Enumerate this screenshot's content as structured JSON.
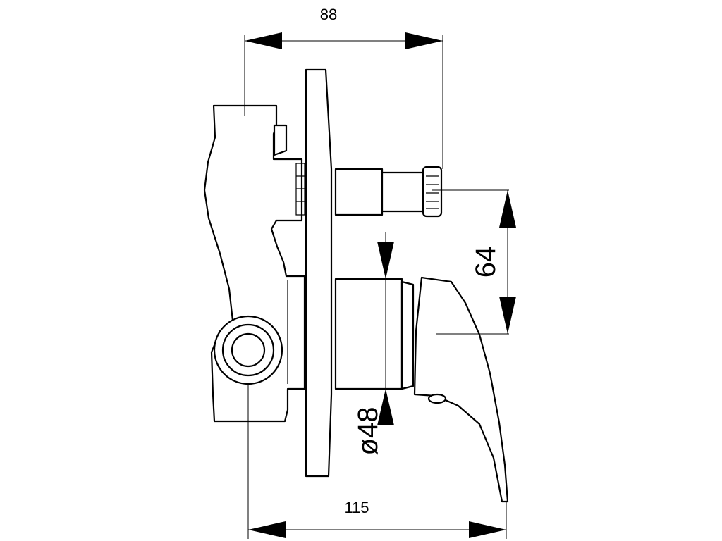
{
  "dimensions": {
    "width_top": "88",
    "height_right": "64",
    "diameter": "ø48",
    "width_bottom": "115"
  },
  "colors": {
    "line": "#000000",
    "background": "#ffffff"
  }
}
